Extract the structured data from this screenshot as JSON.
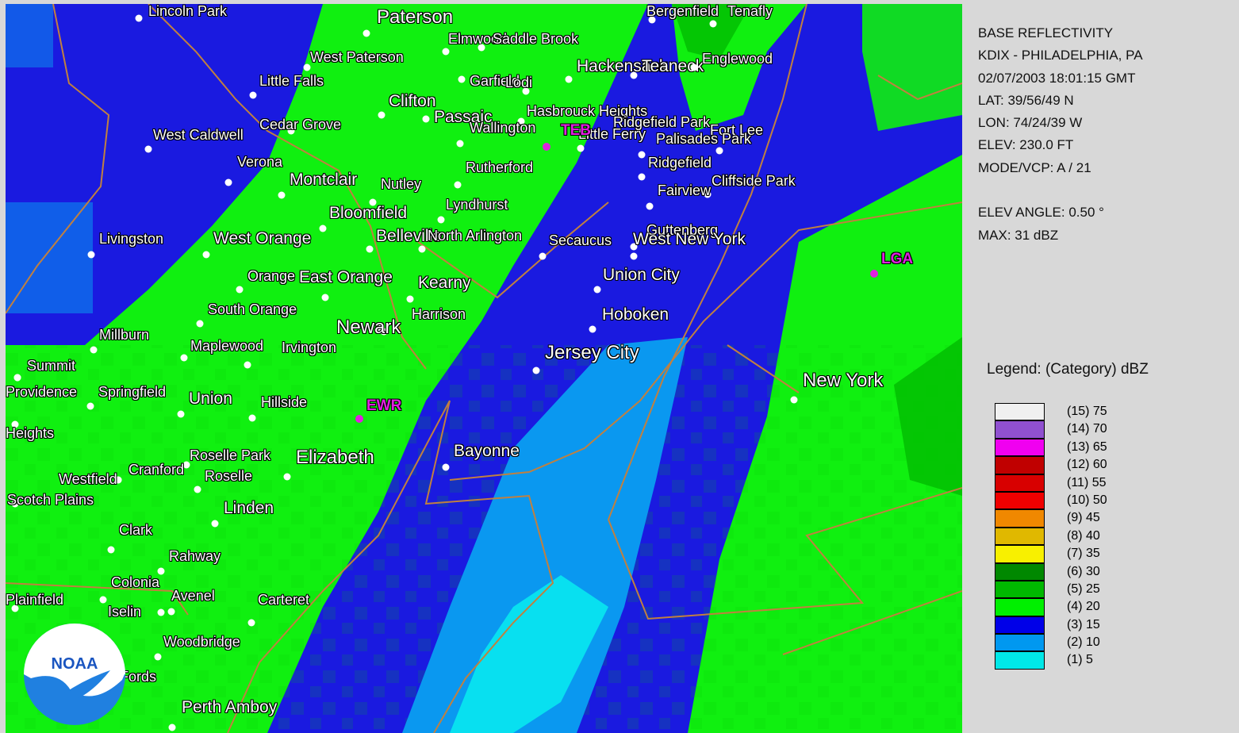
{
  "product": {
    "title": "BASE REFLECTIVITY",
    "station": "KDIX - PHILADELPHIA, PA",
    "datetime": "02/07/2003 18:01:15 GMT",
    "lat": "LAT: 39/56/49 N",
    "lon": "LON: 74/24/39 W",
    "elev": "ELEV: 230.0 FT",
    "mode": "MODE/VCP: A / 21",
    "elev_angle": "ELEV ANGLE: 0.50 °",
    "max": "MAX: 31 dBZ"
  },
  "legend": {
    "title": "Legend: (Category) dBZ",
    "items": [
      {
        "label": "(15) 75",
        "color": "#f0f0f0"
      },
      {
        "label": "(14) 70",
        "color": "#9050d0"
      },
      {
        "label": "(13) 65",
        "color": "#f000f0"
      },
      {
        "label": "(12) 60",
        "color": "#c00000"
      },
      {
        "label": "(11) 55",
        "color": "#d80000"
      },
      {
        "label": "(10) 50",
        "color": "#f00000"
      },
      {
        "label": "(9) 45",
        "color": "#f08800"
      },
      {
        "label": "(8) 40",
        "color": "#e0b800"
      },
      {
        "label": "(7) 35",
        "color": "#f8f000"
      },
      {
        "label": "(6) 30",
        "color": "#008800"
      },
      {
        "label": "(5) 25",
        "color": "#00b800"
      },
      {
        "label": "(4) 20",
        "color": "#00f000"
      },
      {
        "label": "(3) 15",
        "color": "#0000e8"
      },
      {
        "label": "(2) 10",
        "color": "#0098f0"
      },
      {
        "label": "(1) 5",
        "color": "#00e8e8"
      }
    ]
  },
  "logo": {
    "text": "NOAA"
  },
  "cities": [
    {
      "name": "Lincoln Park",
      "size": "n"
    },
    {
      "name": "Paterson",
      "size": "big"
    },
    {
      "name": "Elmwood",
      "size": "n"
    },
    {
      "name": "Saddle Brook",
      "size": "n"
    },
    {
      "name": "West Paterson",
      "size": "n"
    },
    {
      "name": "Hackensack",
      "size": "mid"
    },
    {
      "name": "Teaneck",
      "size": "mid"
    },
    {
      "name": "Englewood",
      "size": "n"
    },
    {
      "name": "Bergenfield",
      "size": "n"
    },
    {
      "name": "Tenafly",
      "size": "n"
    },
    {
      "name": "Little Falls",
      "size": "n"
    },
    {
      "name": "Garfield",
      "size": "n"
    },
    {
      "name": "Lodi",
      "size": "n"
    },
    {
      "name": "Clifton",
      "size": "mid"
    },
    {
      "name": "Hasbrouck Heights",
      "size": "n"
    },
    {
      "name": "Passaic",
      "size": "mid"
    },
    {
      "name": "Wallington",
      "size": "n"
    },
    {
      "name": "Little Ferry",
      "size": "n"
    },
    {
      "name": "Ridgefield Park",
      "size": "n"
    },
    {
      "name": "Fort Lee",
      "size": "n"
    },
    {
      "name": "Cedar Grove",
      "size": "n"
    },
    {
      "name": "West Caldwell",
      "size": "n"
    },
    {
      "name": "Palisades Park",
      "size": "n"
    },
    {
      "name": "Verona",
      "size": "n"
    },
    {
      "name": "Rutherford",
      "size": "n"
    },
    {
      "name": "Ridgefield",
      "size": "n"
    },
    {
      "name": "Montclair",
      "size": "mid"
    },
    {
      "name": "Nutley",
      "size": "n"
    },
    {
      "name": "Cliffside Park",
      "size": "n"
    },
    {
      "name": "Fairview",
      "size": "n"
    },
    {
      "name": "Bloomfield",
      "size": "mid"
    },
    {
      "name": "Lyndhurst",
      "size": "n"
    },
    {
      "name": "Guttenberg",
      "size": "n"
    },
    {
      "name": "Belleville",
      "size": "mid"
    },
    {
      "name": "North Arlington",
      "size": "n"
    },
    {
      "name": "Livingston",
      "size": "n"
    },
    {
      "name": "West Orange",
      "size": "mid"
    },
    {
      "name": "Secaucus",
      "size": "n"
    },
    {
      "name": "West New York",
      "size": "mid"
    },
    {
      "name": "Orange",
      "size": "n"
    },
    {
      "name": "East Orange",
      "size": "mid"
    },
    {
      "name": "Kearny",
      "size": "mid"
    },
    {
      "name": "Union City",
      "size": "mid"
    },
    {
      "name": "South Orange",
      "size": "n"
    },
    {
      "name": "Harrison",
      "size": "n"
    },
    {
      "name": "Hoboken",
      "size": "mid"
    },
    {
      "name": "Millburn",
      "size": "n"
    },
    {
      "name": "Newark",
      "size": "big"
    },
    {
      "name": "Maplewood",
      "size": "n"
    },
    {
      "name": "Irvington",
      "size": "n"
    },
    {
      "name": "Jersey City",
      "size": "big"
    },
    {
      "name": "Summit",
      "size": "n"
    },
    {
      "name": "New York",
      "size": "big"
    },
    {
      "name": "Providence",
      "size": "n"
    },
    {
      "name": "Springfield",
      "size": "n"
    },
    {
      "name": "Union",
      "size": "mid"
    },
    {
      "name": "Hillside",
      "size": "n"
    },
    {
      "name": "Heights",
      "size": "n"
    },
    {
      "name": "Bayonne",
      "size": "mid"
    },
    {
      "name": "Roselle Park",
      "size": "n"
    },
    {
      "name": "Elizabeth",
      "size": "big"
    },
    {
      "name": "Cranford",
      "size": "n"
    },
    {
      "name": "Westfield",
      "size": "n"
    },
    {
      "name": "Roselle",
      "size": "n"
    },
    {
      "name": "Scotch Plains",
      "size": "n"
    },
    {
      "name": "Linden",
      "size": "mid"
    },
    {
      "name": "Clark",
      "size": "n"
    },
    {
      "name": "Rahway",
      "size": "n"
    },
    {
      "name": "Colonia",
      "size": "n"
    },
    {
      "name": "Avenel",
      "size": "n"
    },
    {
      "name": "Carteret",
      "size": "n"
    },
    {
      "name": "Plainfield",
      "size": "n"
    },
    {
      "name": "Iselin",
      "size": "n"
    },
    {
      "name": "Woodbridge",
      "size": "n"
    },
    {
      "name": "Fords",
      "size": "n"
    },
    {
      "name": "Perth Amboy",
      "size": "mid"
    }
  ],
  "airports": [
    {
      "code": "TEB"
    },
    {
      "code": "LGA"
    },
    {
      "code": "EWR"
    }
  ]
}
